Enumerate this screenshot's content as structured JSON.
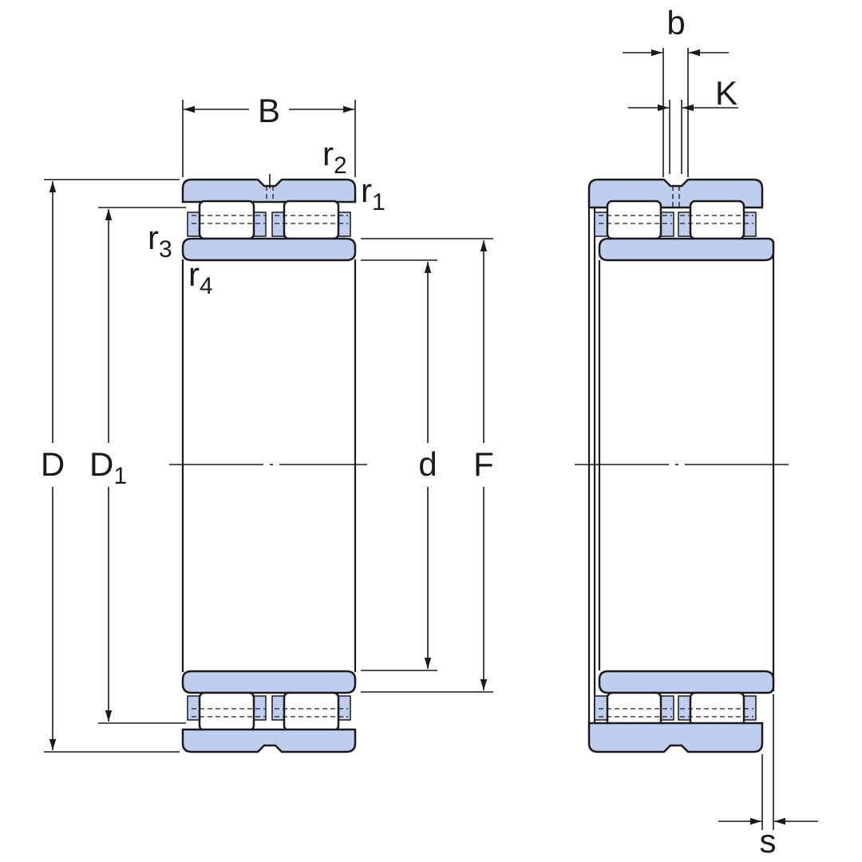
{
  "figure": {
    "colors": {
      "ring_fill": "#bfcdee",
      "outline": "#1a1a1a",
      "background": "#ffffff"
    },
    "dimension_labels": {
      "B": "B",
      "D": "D",
      "D1": {
        "base": "D",
        "sub": "1"
      },
      "d": "d",
      "F": "F",
      "b": "b",
      "K": "K",
      "s": "s",
      "r1": {
        "base": "r",
        "sub": "1"
      },
      "r2": {
        "base": "r",
        "sub": "2"
      },
      "r3": {
        "base": "r",
        "sub": "3"
      },
      "r4": {
        "base": "r",
        "sub": "4"
      }
    }
  }
}
